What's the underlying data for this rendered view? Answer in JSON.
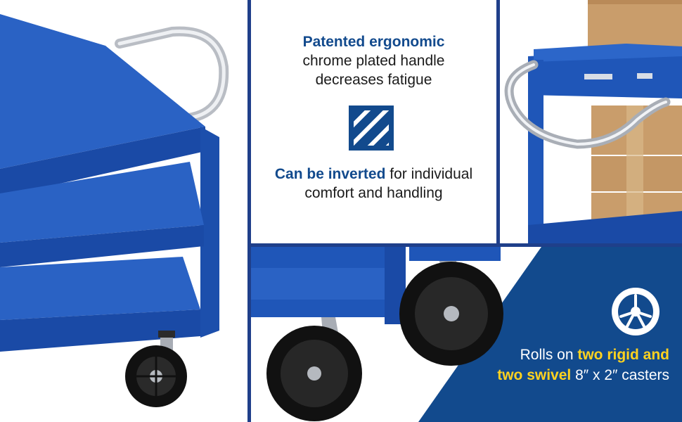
{
  "panels": {
    "handle": {
      "bold": "Patented ergonomic",
      "line2": "chrome plated handle",
      "line3": "decreases fatigue",
      "icon": "diagonal-stripes-icon"
    },
    "invert": {
      "bold": "Can be inverted",
      "rest": " for individual",
      "line2": "comfort and handling"
    },
    "casters": {
      "prefix": "Rolls on ",
      "bold1": "two rigid and",
      "bold2": "two swivel",
      "suffix": " 8″ x 2″ casters",
      "icon": "wheel-icon"
    }
  },
  "colors": {
    "cart_blue": "#1f56b8",
    "navy": "#124a8d",
    "accent_yellow": "#ffd21f",
    "divider": "#1f3f8a"
  }
}
